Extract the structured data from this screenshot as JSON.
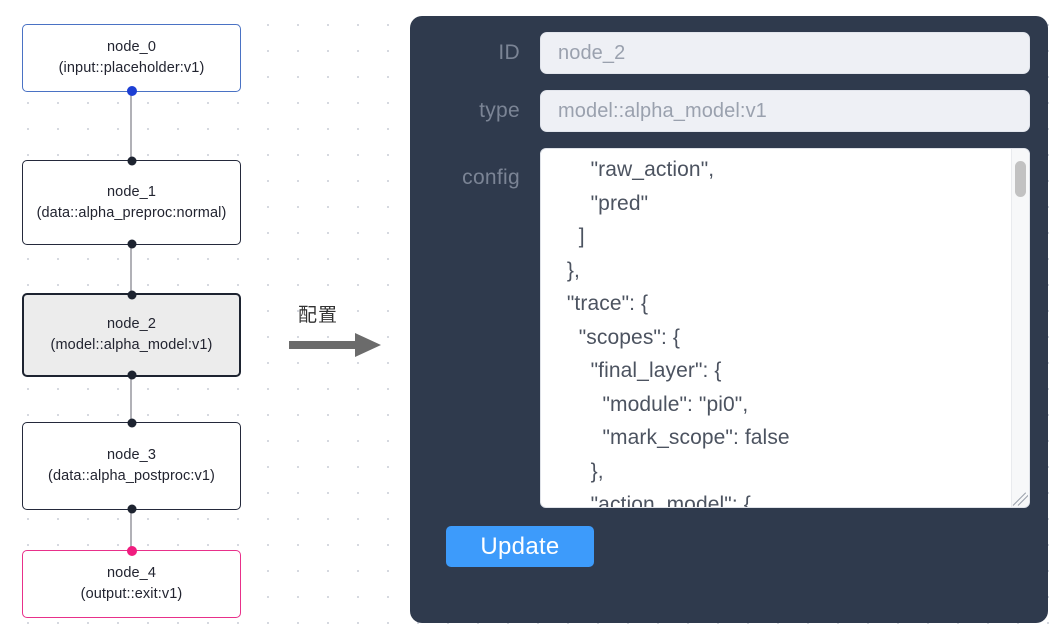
{
  "canvas": {
    "nodes": [
      {
        "id": "node_0",
        "type_line": "(input::placeholder:v1)",
        "role": "input",
        "selected": false
      },
      {
        "id": "node_1",
        "type_line": "(data::alpha_preproc:normal)",
        "role": "data",
        "selected": false
      },
      {
        "id": "node_2",
        "type_line": "(model::alpha_model:v1)",
        "role": "model",
        "selected": true
      },
      {
        "id": "node_3",
        "type_line": "(data::alpha_postproc:v1)",
        "role": "data",
        "selected": false
      },
      {
        "id": "node_4",
        "type_line": "(output::exit:v1)",
        "role": "output",
        "selected": false
      }
    ],
    "colors": {
      "input_border": "#4a72c4",
      "output_border": "#e8308a",
      "default_border": "#24293b",
      "selected_fill": "#ececec",
      "edge": "#b1b1b7",
      "handle": "#1d2330",
      "handle_source": "#1d3fd4",
      "handle_target": "#f01d7f"
    }
  },
  "transition": {
    "label": "配置",
    "arrow_icon": "right-arrow-icon"
  },
  "config_panel": {
    "background": "#2f3a4d",
    "fields": [
      {
        "label": "ID",
        "placeholder": "node_2",
        "value": ""
      },
      {
        "label": "type",
        "placeholder": "model::alpha_model:v1",
        "value": ""
      }
    ],
    "config": {
      "label": "config",
      "value": "      \"raw_action\",\n      \"pred\"\n    ]\n  },\n  \"trace\": {\n    \"scopes\": {\n      \"final_layer\": {\n        \"module\": \"pi0\",\n        \"mark_scope\": false\n      },\n      \"action_model\": {"
    },
    "update_button": {
      "label": "Update",
      "color": "#3d9bfb"
    }
  }
}
